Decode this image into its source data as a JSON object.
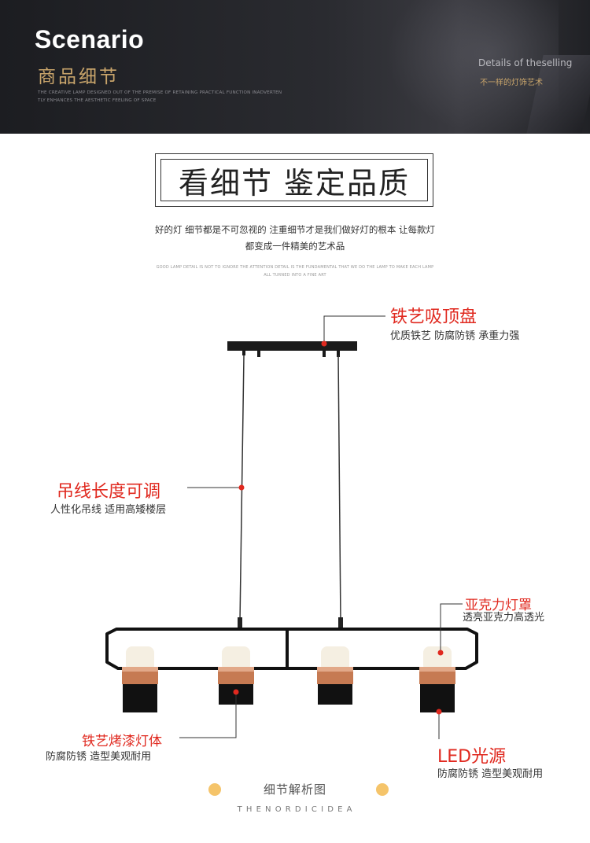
{
  "banner": {
    "title": "Scenario",
    "subtitle": "商品细节",
    "small_line1": "THE CREATIVE LAMP DESIGNED OUT OF THE PREMISE OF RETAINING PRACTICAL FUNCTION INADVERTEN",
    "small_line2": "TLY ENHANCES THE AESTHETIC FEELING OF SPACE",
    "right_title": "Details of theselling",
    "right_sub": "不一样的灯饰艺术"
  },
  "heading": "看细节 鉴定品质",
  "description": {
    "line1": "好的灯 细节都是不可忽视的 注重细节才是我们做好灯的根本 让每款灯",
    "line2": "都变成一件精美的艺术品",
    "en1": "GOOD LAMP DETAIL IS NOT TO IGNORE THE ATTENTION DETAIL IS THE FUNDAMENTAL THAT WE DO THE LAMP TO MAKE EACH LAMP",
    "en2": "ALL TURNED INTO A FINE ART"
  },
  "callouts": {
    "canopy": {
      "title": "铁艺吸顶盘",
      "desc": "优质铁艺 防腐防锈 承重力强"
    },
    "wire": {
      "title": "吊线长度可调",
      "desc": "人性化吊线 适用高矮楼层"
    },
    "shade": {
      "title": "亚克力灯罩",
      "desc": "透亮亚克力高透光"
    },
    "body": {
      "title": "铁艺烤漆灯体",
      "desc": "防腐防锈 造型美观耐用"
    },
    "led": {
      "title": "LED光源",
      "desc": "防腐防锈 造型美观耐用"
    }
  },
  "footer": {
    "title": "细节解析图",
    "en": "T H E    N O R D I C    I D E A"
  },
  "colors": {
    "accent": "#e0291f",
    "gold": "#c9a56b",
    "dot": "#f5c46a"
  }
}
